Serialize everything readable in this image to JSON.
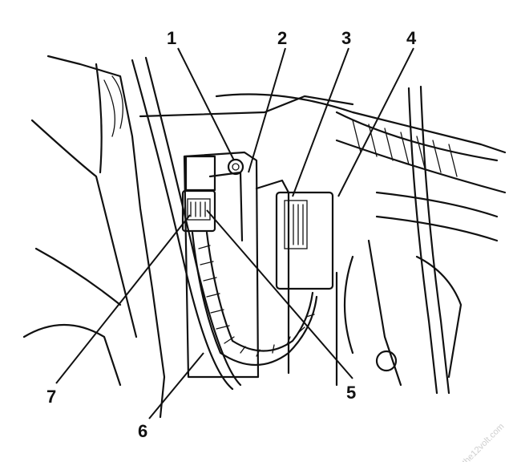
{
  "callouts": [
    {
      "id": "1",
      "text": "1"
    },
    {
      "id": "2",
      "text": "2"
    },
    {
      "id": "3",
      "text": "3"
    },
    {
      "id": "4",
      "text": "4"
    },
    {
      "id": "5",
      "text": "5"
    },
    {
      "id": "6",
      "text": "6"
    },
    {
      "id": "7",
      "text": "7"
    }
  ],
  "watermark": "the12volt.com"
}
